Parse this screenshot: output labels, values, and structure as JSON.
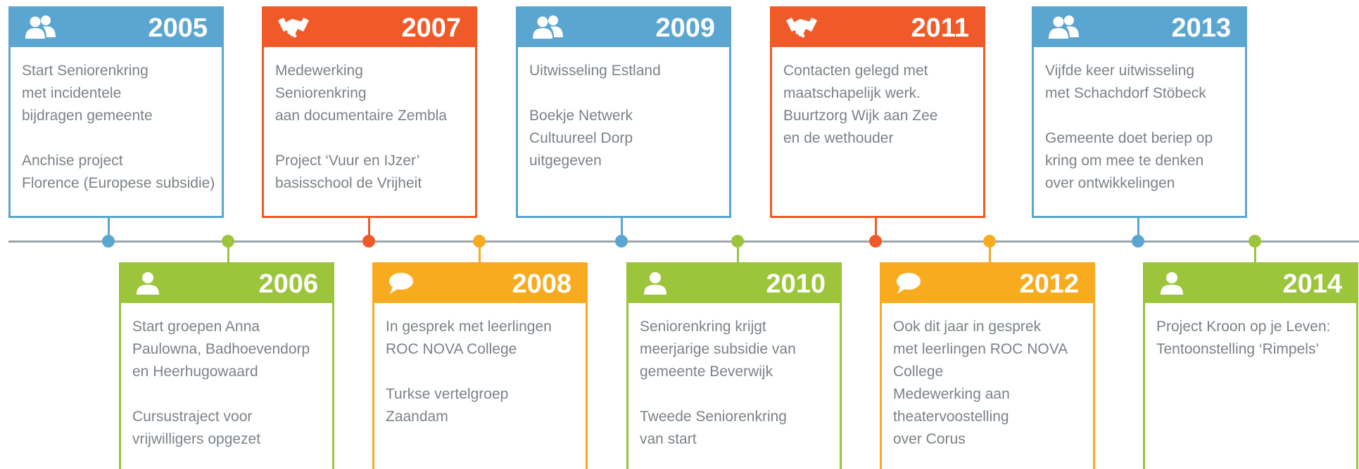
{
  "colors": {
    "blue": "#5aa6d1",
    "orange": "#f05a28",
    "green": "#9cc53c",
    "yellow": "#f8ab1f",
    "axis": "#9ea5a9",
    "text": "#7b8287"
  },
  "events": [
    {
      "year": "2005",
      "icon": "people-icon",
      "color": "blue",
      "lines": [
        "Start Seniorenkring",
        "met incidentele",
        "bijdragen gemeente",
        "",
        "Anchise project",
        "Florence (Europese subsidie)"
      ]
    },
    {
      "year": "2006",
      "icon": "person-icon",
      "color": "green",
      "lines": [
        "Start groepen Anna",
        "Paulowna, Badhoevendorp",
        "en Heerhugowaard",
        "",
        "Cursustraject voor",
        "vrijwilligers opgezet"
      ]
    },
    {
      "year": "2007",
      "icon": "handshake-icon",
      "color": "orange",
      "lines": [
        "Medewerking",
        "Seniorenkring",
        "aan documentaire Zembla",
        "",
        "Project ‘Vuur en IJzer’",
        "basisschool de Vrijheit"
      ]
    },
    {
      "year": "2008",
      "icon": "speech-bubble-icon",
      "color": "yellow",
      "lines": [
        "In gesprek met leerlingen",
        "ROC NOVA College",
        "",
        "Turkse vertelgroep",
        "Zaandam"
      ]
    },
    {
      "year": "2009",
      "icon": "people-icon",
      "color": "blue",
      "lines": [
        "Uitwisseling Estland",
        "",
        "Boekje Netwerk",
        "Cultuureel Dorp",
        "uitgegeven"
      ]
    },
    {
      "year": "2010",
      "icon": "person-icon",
      "color": "green",
      "lines": [
        "Seniorenkring krijgt",
        "meerjarige subsidie van",
        "gemeente Beverwijk",
        "",
        "Tweede Seniorenkring",
        "van start"
      ]
    },
    {
      "year": "2011",
      "icon": "handshake-icon",
      "color": "orange",
      "lines": [
        "Contacten gelegd met",
        "maatschapelijk werk.",
        "Buurtzorg Wijk aan Zee",
        "en de wethouder"
      ]
    },
    {
      "year": "2012",
      "icon": "speech-bubble-icon",
      "color": "yellow",
      "lines": [
        "Ook dit jaar in gesprek",
        "met leerlingen ROC NOVA",
        "College",
        "Medewerking aan",
        "theatervoostelling",
        "over Corus"
      ]
    },
    {
      "year": "2013",
      "icon": "people-icon",
      "color": "blue",
      "lines": [
        "Vijfde keer uitwisseling",
        "met Schachdorf Stöbeck",
        "",
        "Gemeente doet beriep op",
        "kring om mee te denken",
        "over ontwikkelingen"
      ]
    },
    {
      "year": "2014",
      "icon": "person-icon",
      "color": "green",
      "lines": [
        "Project Kroon op je Leven:",
        "Tentoonstelling ‘Rimpels’"
      ]
    }
  ]
}
